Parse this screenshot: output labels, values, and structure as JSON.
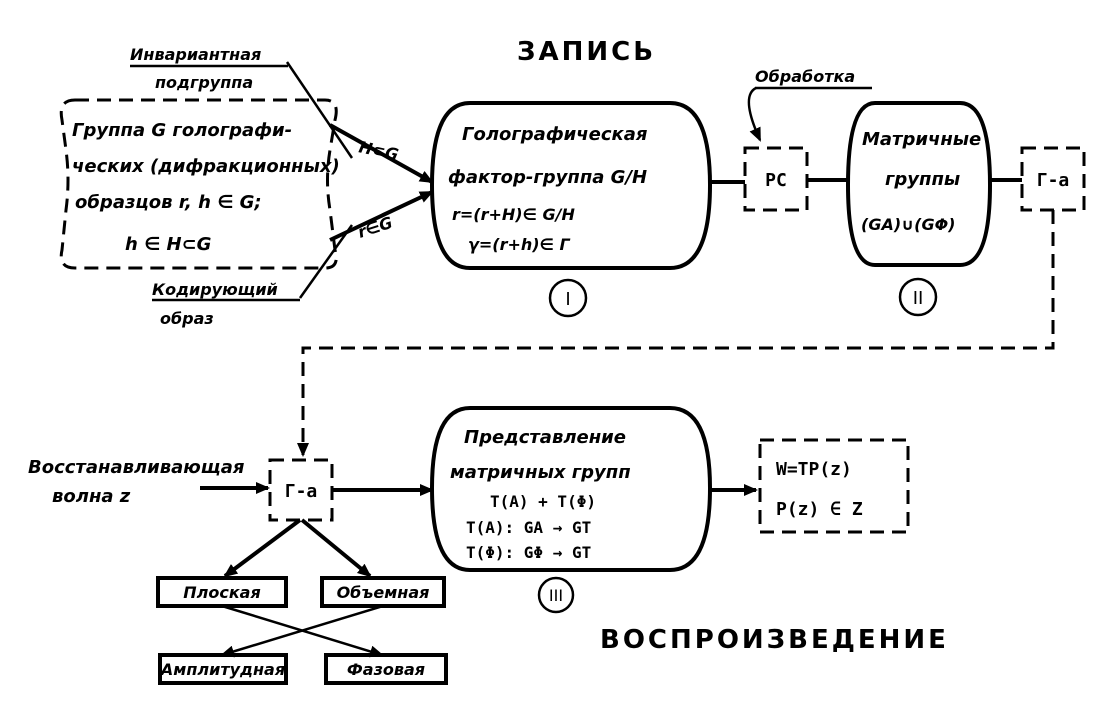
{
  "titles": {
    "record": "ЗАПИСЬ",
    "reproduce": "ВОСПРОИЗВЕДЕНИЕ"
  },
  "left_box": {
    "line1": "Группа G голографи-",
    "line2": "ческих (дифракционных)",
    "line3": "образцов  r, h ∈ G;",
    "line4": "h ∈ H⊂G"
  },
  "labels": {
    "invariant_1": "Инвариантная",
    "invariant_2": "подгруппа",
    "coding_1": "Кодирующий",
    "coding_2": "образ",
    "hcg": "H⊂G",
    "reg": "r∈G",
    "processing": "Обработка",
    "restore_1": "Восстанавливающая",
    "restore_2": "волна z"
  },
  "holo_box": {
    "line1": "Голографическая",
    "line2": "фактор-группа G/H",
    "line3": "r=(r+H)∈ G/H",
    "line4": "γ=(r+h)∈ Γ",
    "num": "I"
  },
  "pc_box": "PC",
  "matrix_box": {
    "line1": "Матричные",
    "line2": "группы",
    "line3": "(GA)∪(GΦ)",
    "num": "II"
  },
  "ga_top": "Г-а",
  "ga_bottom": "Г-а",
  "rep_box": {
    "line1": "Представление",
    "line2": "матричных групп",
    "line3": "T(A) + T(Φ)",
    "line4": "T(A): GA → GT",
    "line5": "T(Φ): GΦ → GT",
    "num": "III"
  },
  "result_box": {
    "line1": "W=TP(z)",
    "line2": "P(z) ∈ Z"
  },
  "small_boxes": {
    "flat": "Плоская",
    "volume": "Объемная",
    "amplitude": "Амплитудная",
    "phase": "Фазовая"
  }
}
